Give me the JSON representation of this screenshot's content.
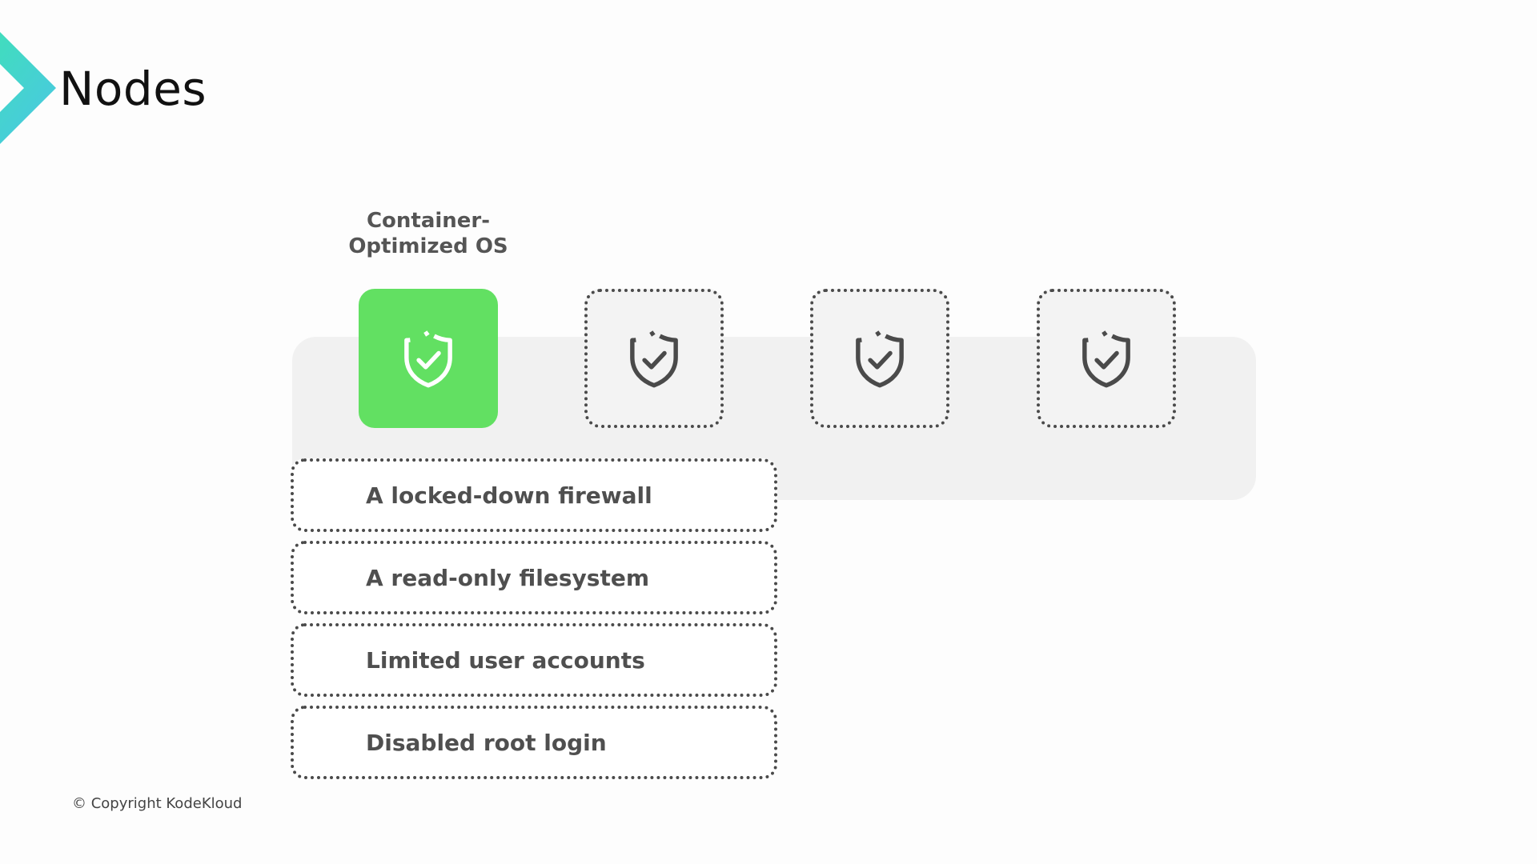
{
  "header": {
    "title": "Nodes",
    "brand_colors": [
      "#35e0c4",
      "#4ac9e3"
    ]
  },
  "diagram": {
    "os_label_line1": "Container-",
    "os_label_line2": "Optimized OS",
    "nodes": [
      {
        "state": "active",
        "icon": "shield-check-icon",
        "color": "#62e062"
      },
      {
        "state": "placeholder",
        "icon": "shield-check-icon"
      },
      {
        "state": "placeholder",
        "icon": "shield-check-icon"
      },
      {
        "state": "placeholder",
        "icon": "shield-check-icon"
      }
    ],
    "features": [
      "A locked-down firewall",
      "A read-only filesystem",
      "Limited user accounts",
      "Disabled root login"
    ]
  },
  "footer": {
    "copyright": "© Copyright KodeKloud"
  }
}
